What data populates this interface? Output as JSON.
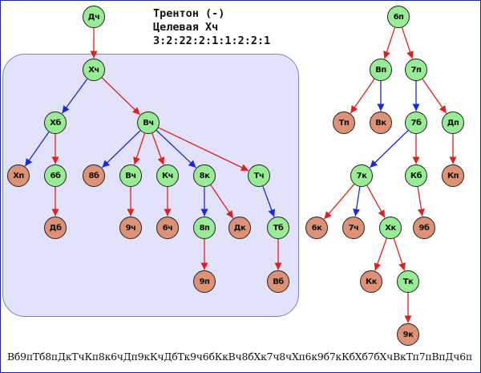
{
  "caption": {
    "title": "Трентон (-)",
    "target": "Целевая Хч",
    "path": "3:2:22:2:1:1:2:2:1"
  },
  "sequence": "Вб9пТб8пДкТчКп8к6чДп9кКчДбТк9ч6бКкВч8бХк7ч8чХп6к9б7кКбХб7бХчВкТп7пВпДч6п",
  "colors": {
    "green_node": "#97ec95",
    "orange_node": "#dd9175",
    "red_edge": "#e0201c",
    "blue_edge": "#1a2ad8",
    "group_fill": "#e2e2fb",
    "group_border": "#7f80cc",
    "frame_border": "#1a2a9a"
  },
  "nodes": [
    {
      "id": "dch",
      "label": "Дч",
      "type": "green"
    },
    {
      "id": "khch",
      "label": "Хч",
      "type": "green"
    },
    {
      "id": "khb",
      "label": "Хб",
      "type": "green"
    },
    {
      "id": "vch",
      "label": "Вч",
      "type": "green"
    },
    {
      "id": "khp",
      "label": "Хп",
      "type": "orange"
    },
    {
      "id": "6b",
      "label": "6б",
      "type": "green"
    },
    {
      "id": "db",
      "label": "Дб",
      "type": "orange"
    },
    {
      "id": "8b",
      "label": "8б",
      "type": "orange"
    },
    {
      "id": "vch2",
      "label": "Вч",
      "type": "green"
    },
    {
      "id": "kch",
      "label": "Кч",
      "type": "green"
    },
    {
      "id": "8k",
      "label": "8к",
      "type": "green"
    },
    {
      "id": "tch",
      "label": "Тч",
      "type": "green"
    },
    {
      "id": "9ch",
      "label": "9ч",
      "type": "orange"
    },
    {
      "id": "6ch",
      "label": "6ч",
      "type": "orange"
    },
    {
      "id": "8p",
      "label": "8п",
      "type": "green"
    },
    {
      "id": "dk",
      "label": "Дк",
      "type": "orange"
    },
    {
      "id": "tb",
      "label": "Тб",
      "type": "green"
    },
    {
      "id": "9p",
      "label": "9п",
      "type": "orange"
    },
    {
      "id": "vb",
      "label": "Вб",
      "type": "orange"
    },
    {
      "id": "6p",
      "label": "6п",
      "type": "green"
    },
    {
      "id": "vp",
      "label": "Вп",
      "type": "green"
    },
    {
      "id": "7p",
      "label": "7п",
      "type": "green"
    },
    {
      "id": "tp",
      "label": "Тп",
      "type": "orange"
    },
    {
      "id": "vk",
      "label": "Вк",
      "type": "orange"
    },
    {
      "id": "7b",
      "label": "7б",
      "type": "green"
    },
    {
      "id": "dp",
      "label": "Дп",
      "type": "green"
    },
    {
      "id": "kp",
      "label": "Кп",
      "type": "orange"
    },
    {
      "id": "7k",
      "label": "7к",
      "type": "green"
    },
    {
      "id": "kb",
      "label": "Кб",
      "type": "green"
    },
    {
      "id": "6k",
      "label": "6к",
      "type": "orange"
    },
    {
      "id": "7ch",
      "label": "7ч",
      "type": "orange"
    },
    {
      "id": "khk",
      "label": "Хк",
      "type": "green"
    },
    {
      "id": "9b",
      "label": "9б",
      "type": "orange"
    },
    {
      "id": "kk",
      "label": "Кк",
      "type": "orange"
    },
    {
      "id": "tk",
      "label": "Тк",
      "type": "green"
    },
    {
      "id": "9k",
      "label": "9к",
      "type": "orange"
    }
  ],
  "edges": [
    {
      "from": "dch",
      "to": "khch",
      "color": "red"
    },
    {
      "from": "khch",
      "to": "khb",
      "color": "blue"
    },
    {
      "from": "khch",
      "to": "vch",
      "color": "red"
    },
    {
      "from": "khb",
      "to": "khp",
      "color": "blue"
    },
    {
      "from": "khb",
      "to": "6b",
      "color": "red"
    },
    {
      "from": "6b",
      "to": "db",
      "color": "red"
    },
    {
      "from": "vch",
      "to": "8b",
      "color": "blue"
    },
    {
      "from": "vch",
      "to": "vch2",
      "color": "red"
    },
    {
      "from": "vch",
      "to": "kch",
      "color": "red"
    },
    {
      "from": "vch",
      "to": "8k",
      "color": "blue"
    },
    {
      "from": "vch",
      "to": "tch",
      "color": "red"
    },
    {
      "from": "vch2",
      "to": "9ch",
      "color": "red"
    },
    {
      "from": "kch",
      "to": "6ch",
      "color": "red"
    },
    {
      "from": "8k",
      "to": "8p",
      "color": "blue"
    },
    {
      "from": "8k",
      "to": "dk",
      "color": "red"
    },
    {
      "from": "8p",
      "to": "9p",
      "color": "red"
    },
    {
      "from": "tch",
      "to": "tb",
      "color": "blue"
    },
    {
      "from": "tb",
      "to": "vb",
      "color": "red"
    },
    {
      "from": "6p",
      "to": "vp",
      "color": "red"
    },
    {
      "from": "6p",
      "to": "7p",
      "color": "red"
    },
    {
      "from": "vp",
      "to": "tp",
      "color": "red"
    },
    {
      "from": "vp",
      "to": "vk",
      "color": "blue"
    },
    {
      "from": "7p",
      "to": "7b",
      "color": "blue"
    },
    {
      "from": "7p",
      "to": "dp",
      "color": "red"
    },
    {
      "from": "dp",
      "to": "kp",
      "color": "red"
    },
    {
      "from": "7b",
      "to": "7k",
      "color": "blue"
    },
    {
      "from": "7b",
      "to": "kb",
      "color": "red"
    },
    {
      "from": "kb",
      "to": "9b",
      "color": "red"
    },
    {
      "from": "7k",
      "to": "6k",
      "color": "red"
    },
    {
      "from": "7k",
      "to": "7ch",
      "color": "blue"
    },
    {
      "from": "7k",
      "to": "khk",
      "color": "red"
    },
    {
      "from": "khk",
      "to": "kk",
      "color": "red"
    },
    {
      "from": "khk",
      "to": "tk",
      "color": "red"
    },
    {
      "from": "tk",
      "to": "9k",
      "color": "red"
    }
  ]
}
